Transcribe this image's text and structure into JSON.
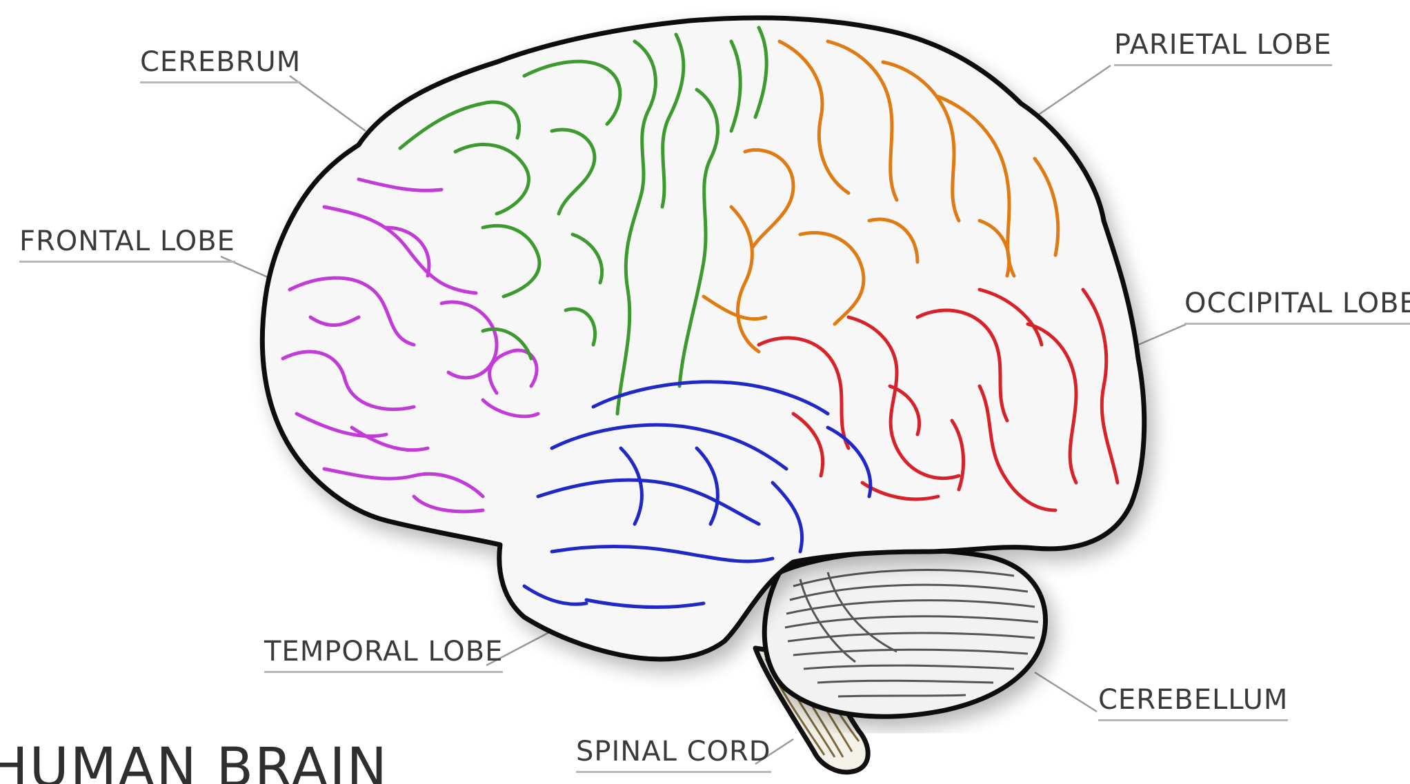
{
  "title": "HUMAN BRAIN",
  "labels": {
    "cerebrum": "CEREBRUM",
    "parietal_lobe": "PARIETAL LOBE",
    "frontal_lobe": "FRONTAL LOBE",
    "occipital_lobe": "OCCIPITAL LOBE",
    "temporal_lobe": "TEMPORAL LOBE",
    "cerebellum": "CEREBELLUM",
    "spinal_cord": "SPINAL CORD"
  },
  "colors": {
    "frontal_lobe": "#c23ad8",
    "motor_region": "#3c9a2e",
    "parietal_lobe": "#e07a12",
    "occipital_lobe": "#d8222a",
    "temporal_lobe": "#2028c8",
    "outline": "#111111",
    "cerebellum": "#555555",
    "leader_line": "#9a9a9a"
  }
}
